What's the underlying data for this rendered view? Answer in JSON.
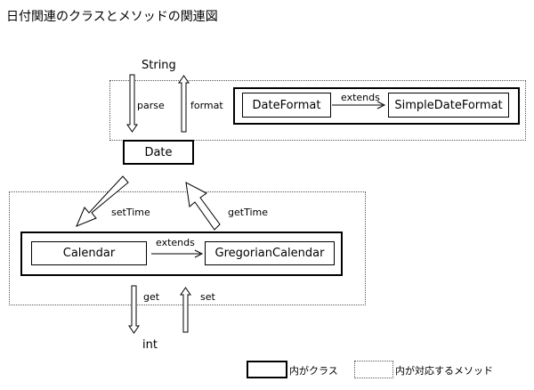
{
  "title": "日付関連のクラスとメソッドの関連図",
  "nodes": {
    "string": "String",
    "date": "Date",
    "int": "int",
    "date_format": "DateFormat",
    "simple_date_format": "SimpleDateFormat",
    "calendar": "Calendar",
    "gregorian_calendar": "GregorianCalendar"
  },
  "edges": {
    "parse": "parse",
    "format": "format",
    "extends_top": "extends",
    "set_time": "setTime",
    "get_time": "getTime",
    "extends_bottom": "extends",
    "get": "get",
    "set": "set"
  },
  "legend": {
    "class_box": "内がクラス",
    "method_box": "内が対応するメソッド"
  }
}
